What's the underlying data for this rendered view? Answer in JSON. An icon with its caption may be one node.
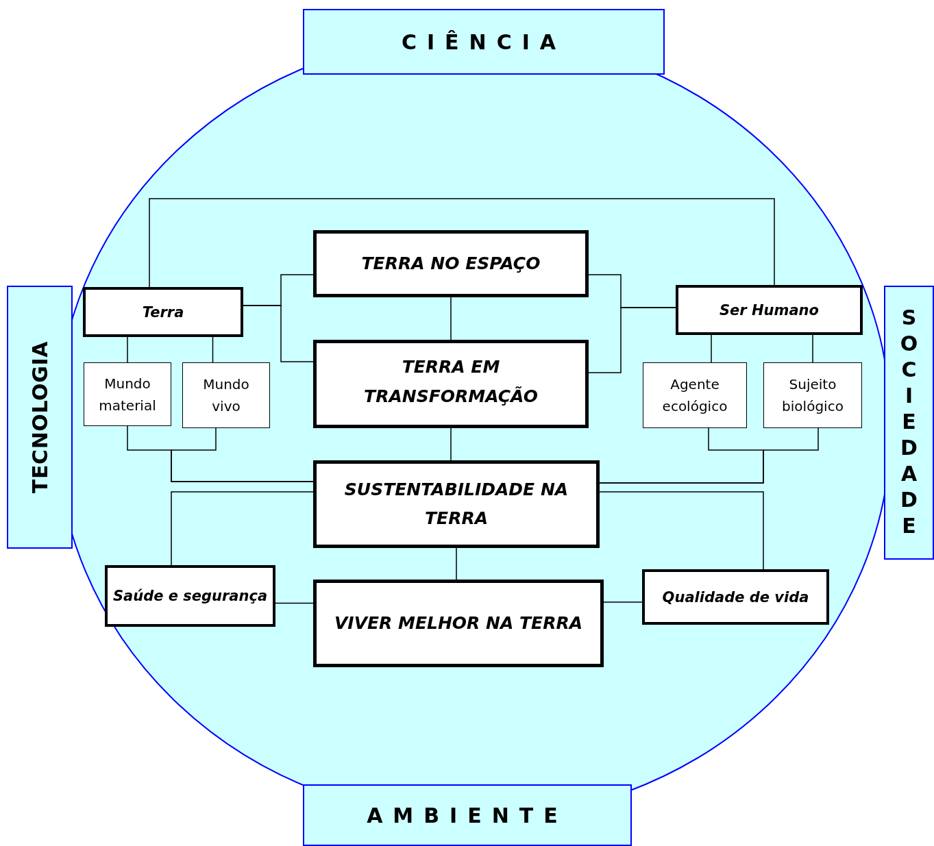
{
  "diagram": {
    "nodes": [
      {
        "text": [],
        "shape": "circle"
      },
      {
        "text": [
          "CIÊNCIA"
        ]
      },
      {
        "text": [
          "TECNOLOGIA"
        ]
      },
      {
        "text": [
          "SOCIEDADE"
        ]
      },
      {
        "text": [
          "AMBIENTE"
        ]
      },
      {
        "text": [
          "TERRA NO ESPAÇO"
        ],
        "in": 0
      },
      {
        "text": [
          "Terra"
        ],
        "in": 0
      },
      {
        "text": [
          "Ser Humano"
        ],
        "in": 0
      },
      {
        "text": [
          "Mundo material"
        ],
        "in": 0
      },
      {
        "text": [
          "Mundo vivo"
        ],
        "in": 0
      },
      {
        "text": [
          "TERRA EM TRANSFORMAÇÃO"
        ],
        "in": 0
      },
      {
        "text": [
          "Agente ecológico"
        ],
        "in": 0
      },
      {
        "text": [
          "Sujeito biológico"
        ],
        "in": 0
      },
      {
        "text": [
          "SUSTENTABILIDADE NA TERRA"
        ],
        "in": 0
      },
      {
        "text": [
          "Saúde e segurança"
        ],
        "in": 0
      },
      {
        "text": [
          "VIVER MELHOR NA TERRA"
        ],
        "in": 0
      },
      {
        "text": [
          "Qualidade de vida"
        ],
        "in": 0
      }
    ],
    "edges": [
      {
        "from": 6,
        "to": 7,
        "arrow": "none"
      },
      {
        "from": 6,
        "to": 5,
        "arrow": "none"
      },
      {
        "from": 6,
        "to": 10,
        "arrow": "none"
      },
      {
        "from": 7,
        "to": 5,
        "arrow": "none"
      },
      {
        "from": 7,
        "to": 10,
        "arrow": "none"
      },
      {
        "from": 5,
        "to": 10,
        "arrow": "none"
      },
      {
        "from": 6,
        "to": 8,
        "arrow": "none"
      },
      {
        "from": 6,
        "to": 9,
        "arrow": "none"
      },
      {
        "from": 7,
        "to": 11,
        "arrow": "none"
      },
      {
        "from": 7,
        "to": 12,
        "arrow": "none"
      },
      {
        "from": 10,
        "to": 13,
        "arrow": "none"
      },
      {
        "from": 8,
        "to": 13,
        "arrow": "none"
      },
      {
        "from": 9,
        "to": 13,
        "arrow": "none"
      },
      {
        "from": 11,
        "to": 13,
        "arrow": "none"
      },
      {
        "from": 12,
        "to": 13,
        "arrow": "none"
      },
      {
        "from": 13,
        "to": 14,
        "arrow": "none"
      },
      {
        "from": 13,
        "to": 16,
        "arrow": "none"
      },
      {
        "from": 13,
        "to": 15,
        "arrow": "none"
      },
      {
        "from": 14,
        "to": 15,
        "arrow": "none"
      },
      {
        "from": 15,
        "to": 16,
        "arrow": "none"
      }
    ]
  }
}
